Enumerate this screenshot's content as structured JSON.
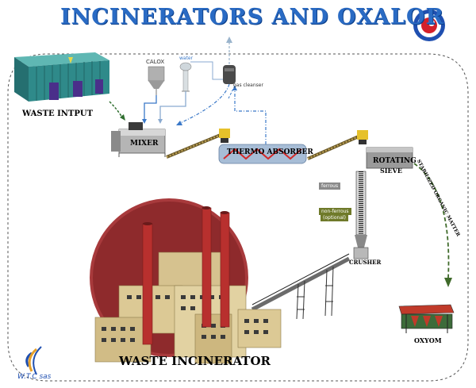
{
  "title": "INCINERATORS AND  OXALOR",
  "labels": {
    "waste_input": "WASTE INTPUT",
    "calox": "CALOX",
    "water": "water",
    "gas_cleanser": "gas cleanser",
    "mixer": "MIXER",
    "thermo_absorber": "THERMO ABSORBER",
    "rotating_sieve_line1": "ROTATING",
    "rotating_sieve_line2": "SIEVE",
    "ferrous": "ferrous",
    "non_ferrous_line1": "non-ferrous",
    "non_ferrous_line2": "(optional)",
    "crusher": "CRUSHER",
    "stabilized": "STABILIZED ORGANIC MATTER",
    "oxyom": "OXYOM",
    "waste_incinerator": "WASTE INCINERATOR",
    "company": "W.T.C sas"
  },
  "colors": {
    "title_blue": "#2a6bc4",
    "building_teal": "#2f8a8a",
    "chimney_red": "#b8302e",
    "plant_beige": "#dcc995",
    "flow_blue": "#3a78c8",
    "dashed_green": "#3f6a2a",
    "ferrous_tag": "#8a8a8a",
    "non_ferrous_tag": "#6f7a2a"
  },
  "icons": [
    "logo-circle-icon",
    "wtc-logo-icon"
  ]
}
